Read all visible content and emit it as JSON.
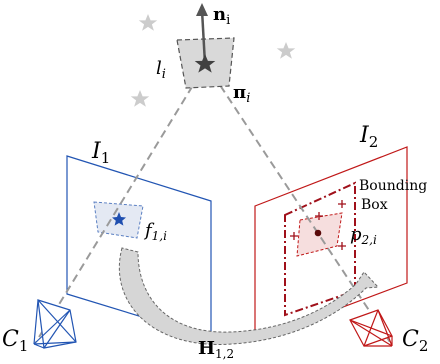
{
  "labels": {
    "normal": "n",
    "normal_sub": "i",
    "plane_l": "l",
    "plane_l_sub": "i",
    "plane_pi": "π",
    "plane_pi_sub": "i",
    "image1": "I",
    "image1_sub": "1",
    "image2": "I",
    "image2_sub": "2",
    "feature1": "f",
    "feature1_sub": "1,i",
    "feature2": "p",
    "feature2_sub": "2,i",
    "bbox_line1": "Bounding",
    "bbox_line2": "Box",
    "cam1": "C",
    "cam1_sub": "1",
    "cam2": "C",
    "cam2_sub": "2",
    "homography": "H",
    "homography_sub": "1,2"
  },
  "colors": {
    "camera1": "#2255b3",
    "camera2": "#c01818",
    "bbox": "#a0101a",
    "patch_fill": "#d9d9d9",
    "ray": "#9a9a9a",
    "star": "#cccccc",
    "landmark": "#404040"
  }
}
